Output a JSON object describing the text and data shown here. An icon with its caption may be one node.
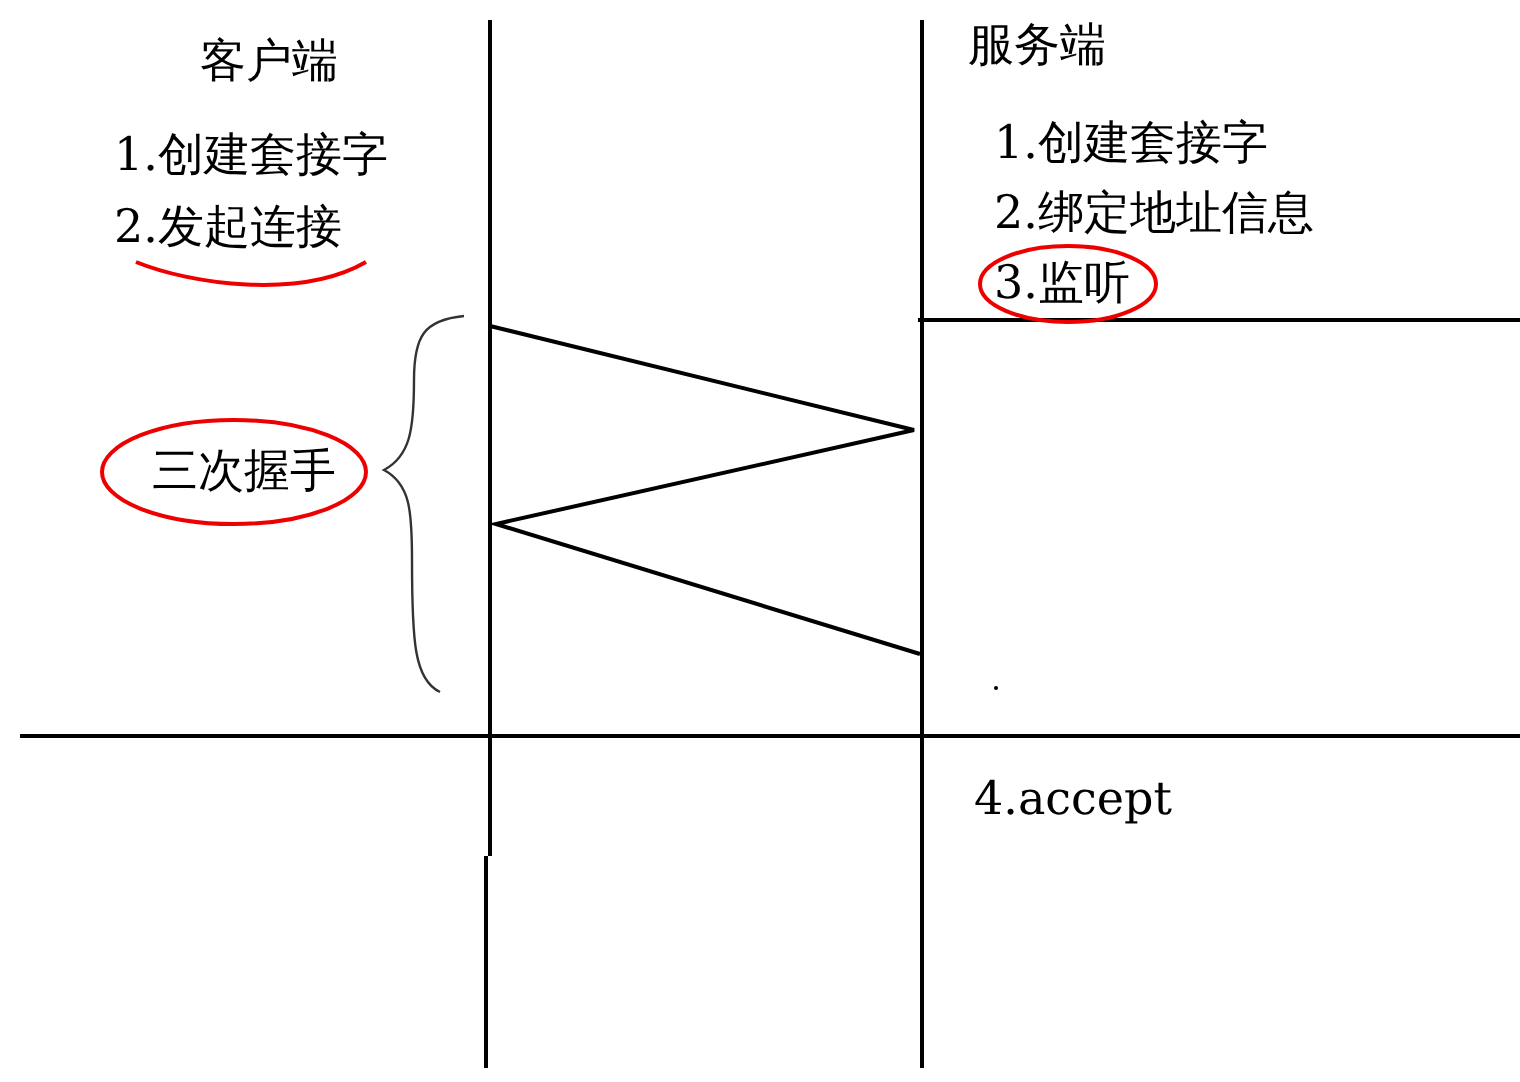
{
  "diagram": {
    "labels": [
      "客户端",
      "1.创建套接字",
      "2.发起连接",
      "三次握手",
      "服务端",
      "1.创建套接字",
      "2.绑定地址信息",
      "3.监听",
      "4.accept"
    ]
  }
}
